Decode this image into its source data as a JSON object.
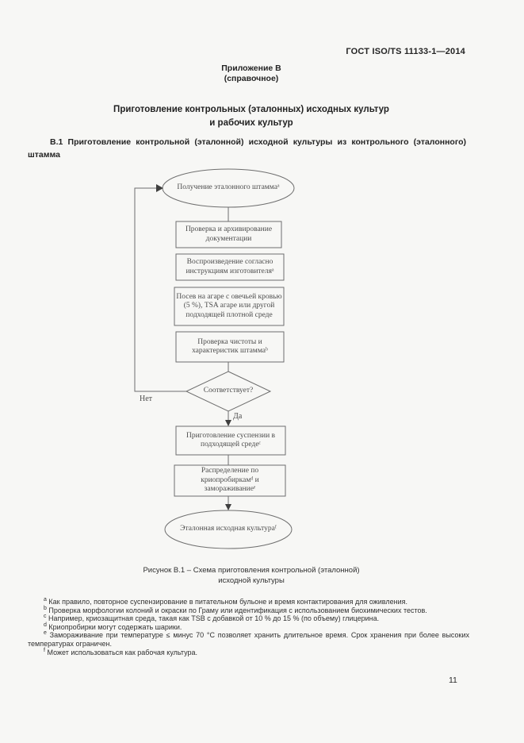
{
  "header": {
    "doc_code": "ГОСТ ISO/TS 11133-1—2014",
    "annex_name": "Приложение В",
    "annex_kind": "(справочное)"
  },
  "title": {
    "line1": "Приготовление контрольных (эталонных) исходных культур",
    "line2": "и рабочих культур"
  },
  "section_heading": "В.1 Приготовление контрольной (эталонной) исходной культуры из контрольного (эталонного) штамма",
  "flowchart": {
    "nodes": {
      "start": "Получение эталонного штаммаᵃ",
      "check_docs": "Проверка и архивирование документации",
      "reconstitute": "Воспроизведение согласно инструкциям изготовителяᵃ",
      "plate": "Посев на агаре с овечьей кровью (5 %), TSA агаре или другой подходящей плотной среде",
      "check_purity": "Проверка чистоты и характеристик штаммаᵇ",
      "decision": "Соответствует?",
      "suspension": "Приготовление суспензии в подходящей средеᶜ",
      "distribute": "Распределение по криопробиркамᵈ и замораживаниеᵉ",
      "end": "Эталонная исходная культураᶠ"
    },
    "edge_labels": {
      "no": "Нет",
      "yes": "Да"
    }
  },
  "caption": {
    "line1": "Рисунок В.1 – Схема приготовления контрольной (эталонной)",
    "line2": "исходной культуры"
  },
  "footnotes": [
    {
      "marker": "a",
      "text": "Как правило, повторное суспензирование в питательном бульоне и время контактирования для оживления."
    },
    {
      "marker": "b",
      "text": "Проверка морфологии колоний и окраски по Граму или идентификация с использованием биохимических тестов."
    },
    {
      "marker": "c",
      "text": "Например, криозащитная среда, такая как TSB с добавкой от 10 % до 15 % (по объему) глицерина."
    },
    {
      "marker": "d",
      "text": "Криопробирки могут содержать шарики."
    },
    {
      "marker": "e",
      "text": "Замораживание при температуре ≤  минус 70 °С позволяет хранить длительное время. Срок хранения при более высоких температурах ограничен."
    },
    {
      "marker": "f",
      "text": "Может использоваться как рабочая культура."
    }
  ],
  "page_number": "11"
}
